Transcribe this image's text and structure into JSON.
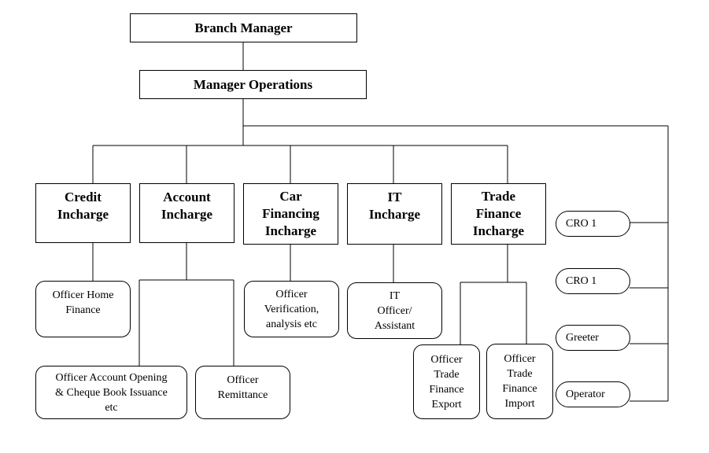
{
  "nodes": {
    "branch_manager": "Branch Manager",
    "manager_operations": "Manager Operations",
    "credit_incharge": "Credit\nIncharge",
    "account_incharge": "Account\nIncharge",
    "car_financing_incharge": "Car\nFinancing\nIncharge",
    "it_incharge": "IT\nIncharge",
    "trade_finance_incharge": "Trade\nFinance\nIncharge",
    "officer_home_finance": "Officer Home\nFinance",
    "officer_account_opening": "Officer Account Opening\n& Cheque Book Issuance\netc",
    "officer_remittance": "Officer\nRemittance",
    "officer_verification": "Officer\nVerification,\nanalysis etc",
    "it_officer_assistant": "IT\nOfficer/\nAssistant",
    "officer_trade_finance_export": "Officer\nTrade\nFinance\nExport",
    "officer_trade_finance_import": "Officer\nTrade\nFinance\nImport",
    "cro_1a": "CRO 1",
    "cro_1b": "CRO 1",
    "greeter": "Greeter",
    "operator": "Operator"
  }
}
